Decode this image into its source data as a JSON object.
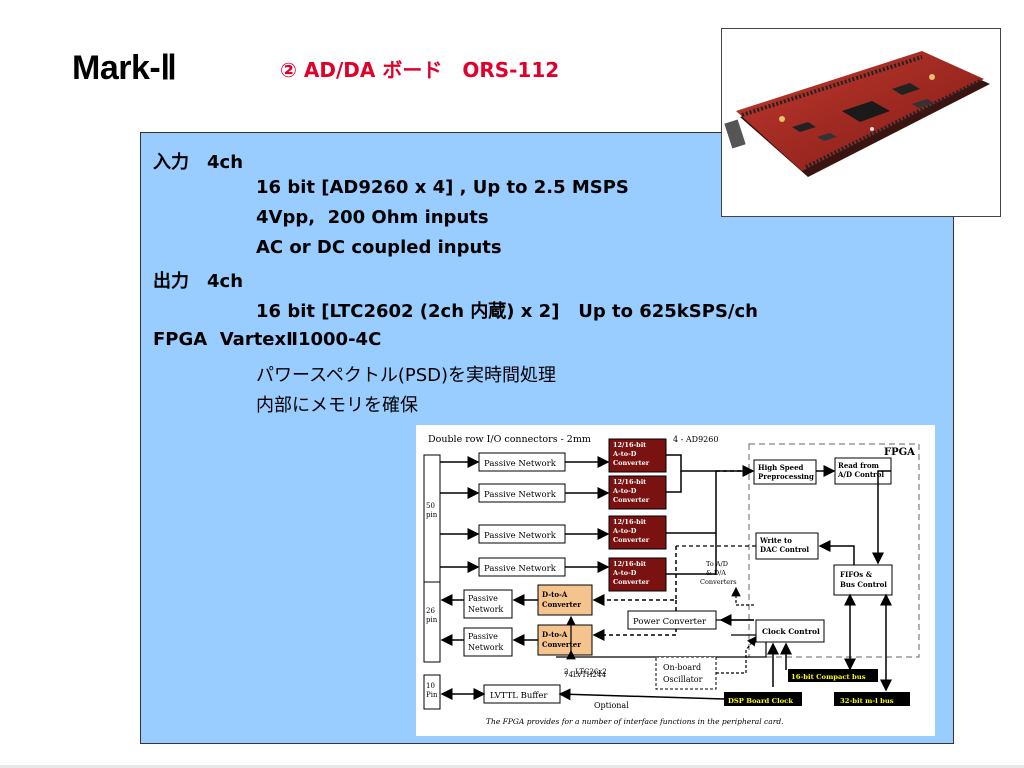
{
  "slide": {
    "title": "Mark-Ⅱ",
    "subtitle": "② AD/DA ボード　ORS-112"
  },
  "specs": {
    "input_heading": "入力　4ch",
    "input_line1": "16 bit [AD9260 x 4] , Up to 2.5 MSPS",
    "input_line2": "4Vpp,  200 Ohm inputs",
    "input_line3": "AC or DC coupled inputs",
    "output_heading": "出力　4ch",
    "output_line1": "16 bit [LTC2602 (2ch 内蔵) x 2]   Up to 625kSPS/ch",
    "fpga_heading": "FPGA  VartexⅡ1000-4C",
    "fpga_line1": "パワースペクトル(PSD)を実時間処理",
    "fpga_line2": "内部にメモリを確保"
  },
  "diagram": {
    "header": "Double row I/O connectors - 2mm",
    "adc_count_label": "4 - AD9260",
    "fpga_label": "FPGA",
    "pin_50": "50",
    "pin_50_sub": "pin",
    "pin_26": "26",
    "pin_26_sub": "pin",
    "pin_10": "10",
    "pin_10_sub": "Pin",
    "passive_network": "Passive Network",
    "passive_network_a": "Passive",
    "passive_network_b": "Network",
    "adc_l1": "12/16-bit",
    "adc_l2": "A-to-D",
    "adc_l3": "Converter",
    "dac_l1": "D-to-A",
    "dac_l2": "Converter",
    "hsp_l1": "High Speed",
    "hsp_l2": "Preprocessing",
    "read_l1": "Read from",
    "read_l2": "A/D Control",
    "write_l1": "Write to",
    "write_l2": "DAC Control",
    "fifo_l1": "FIFOs &",
    "fifo_l2": "Bus Control",
    "to_ad_l1": "To A/D",
    "to_ad_l2": "& D/A",
    "to_ad_l3": "Converters",
    "power_converter": "Power Converter",
    "clock_control": "Clock Control",
    "buffer_chip": "74LVTH244",
    "dac_chip": "2 - LTC26x2",
    "osc_l1": "On-board",
    "osc_l2": "Oscillator",
    "lvttl_buffer": "LVTTL Buffer",
    "optional": "Optional",
    "bus16": "16-bit Compact bus",
    "dsp_clock": "DSP Board Clock",
    "bus32": "32-bit m-l  bus",
    "caption": "The FPGA provides for a number of interface functions in the peripheral card."
  },
  "colors": {
    "subtitle_red": "#e0002a",
    "box_blue": "#99ccff",
    "adc_red": "#7a1212",
    "dac_orange": "#f4c38e",
    "bus_yellow": "#ffff00"
  }
}
